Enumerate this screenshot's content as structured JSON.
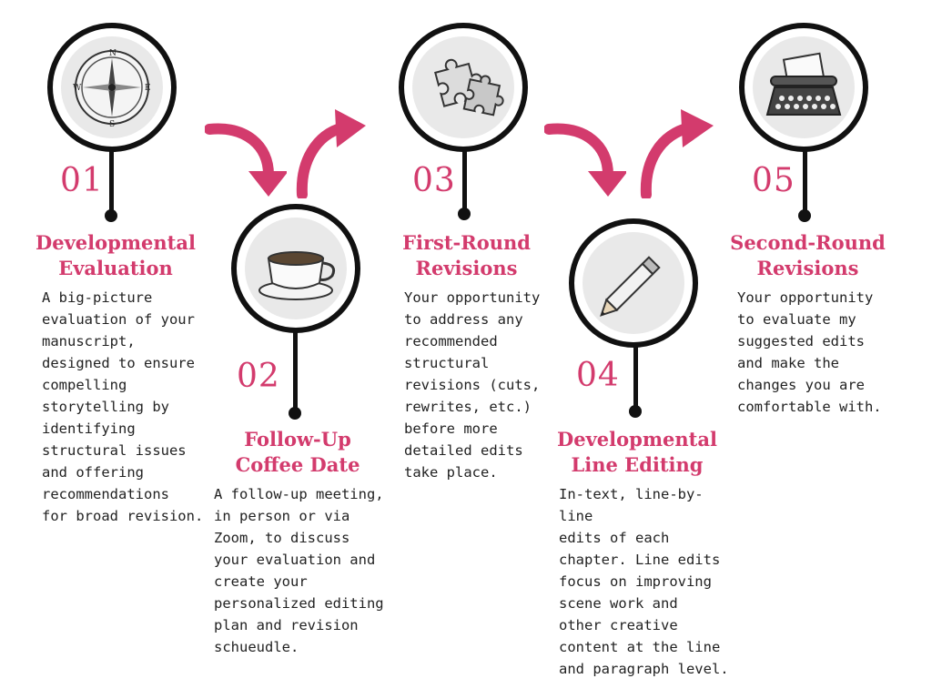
{
  "colors": {
    "accent": "#d33b6d",
    "line": "#111111",
    "circle_fill": "#e9e9e9"
  },
  "steps": [
    {
      "number": "01",
      "title": "Developmental\nEvaluation",
      "icon": "compass-icon",
      "description": "A big-picture\nevaluation of your\nmanuscript,\ndesigned to ensure\ncompelling\nstorytelling by\nidentifying\nstructural issues\nand offering\nrecommendations\nfor broad revision."
    },
    {
      "number": "02",
      "title": "Follow-Up\nCoffee Date",
      "icon": "coffee-cup-icon",
      "description": "A follow-up meeting,\nin person or via\nZoom, to discuss\nyour evaluation and\ncreate your\npersonalized editing\nplan and revision\nschueudle."
    },
    {
      "number": "03",
      "title": "First-Round\nRevisions",
      "icon": "puzzle-pieces-icon",
      "description": "Your opportunity\nto address any\nrecommended\nstructural\nrevisions (cuts,\nrewrites, etc.)\nbefore more\ndetailed edits\ntake place."
    },
    {
      "number": "04",
      "title": "Developmental\nLine Editing",
      "icon": "pencil-icon",
      "description": "In-text, line-by-line\nedits of each\nchapter. Line edits\nfocus on improving\nscene work and\nother creative\ncontent at the line\nand paragraph level."
    },
    {
      "number": "05",
      "title": "Second-Round\nRevisions",
      "icon": "typewriter-icon",
      "description": "Your opportunity\nto evaluate my\nsuggested edits\nand make the\nchanges you are\ncomfortable with."
    }
  ]
}
